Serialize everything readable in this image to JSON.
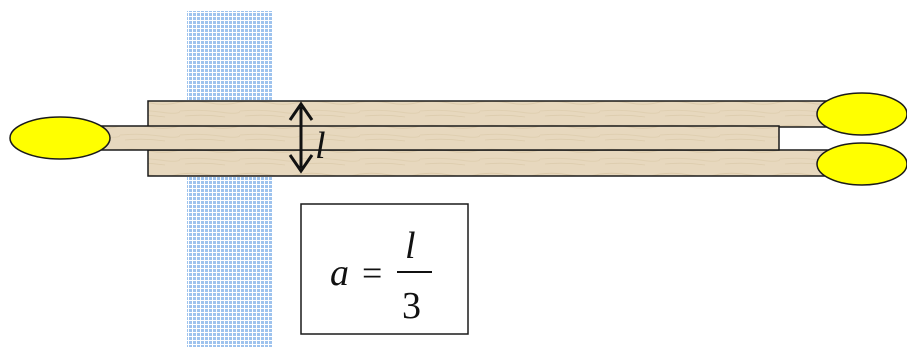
{
  "diagram": {
    "dimension_label": "l",
    "formula": {
      "lhs": "a",
      "equals": "=",
      "numerator": "l",
      "denominator": "3"
    },
    "colors": {
      "wall_fill": "#9ec3ee",
      "wall_grid": "#ffffff",
      "wood": "#e7d8be",
      "wood_grain": "#d6c4a2",
      "outline": "#1a1a1a",
      "match_head": "#ffff00",
      "background": "#ffffff"
    }
  }
}
